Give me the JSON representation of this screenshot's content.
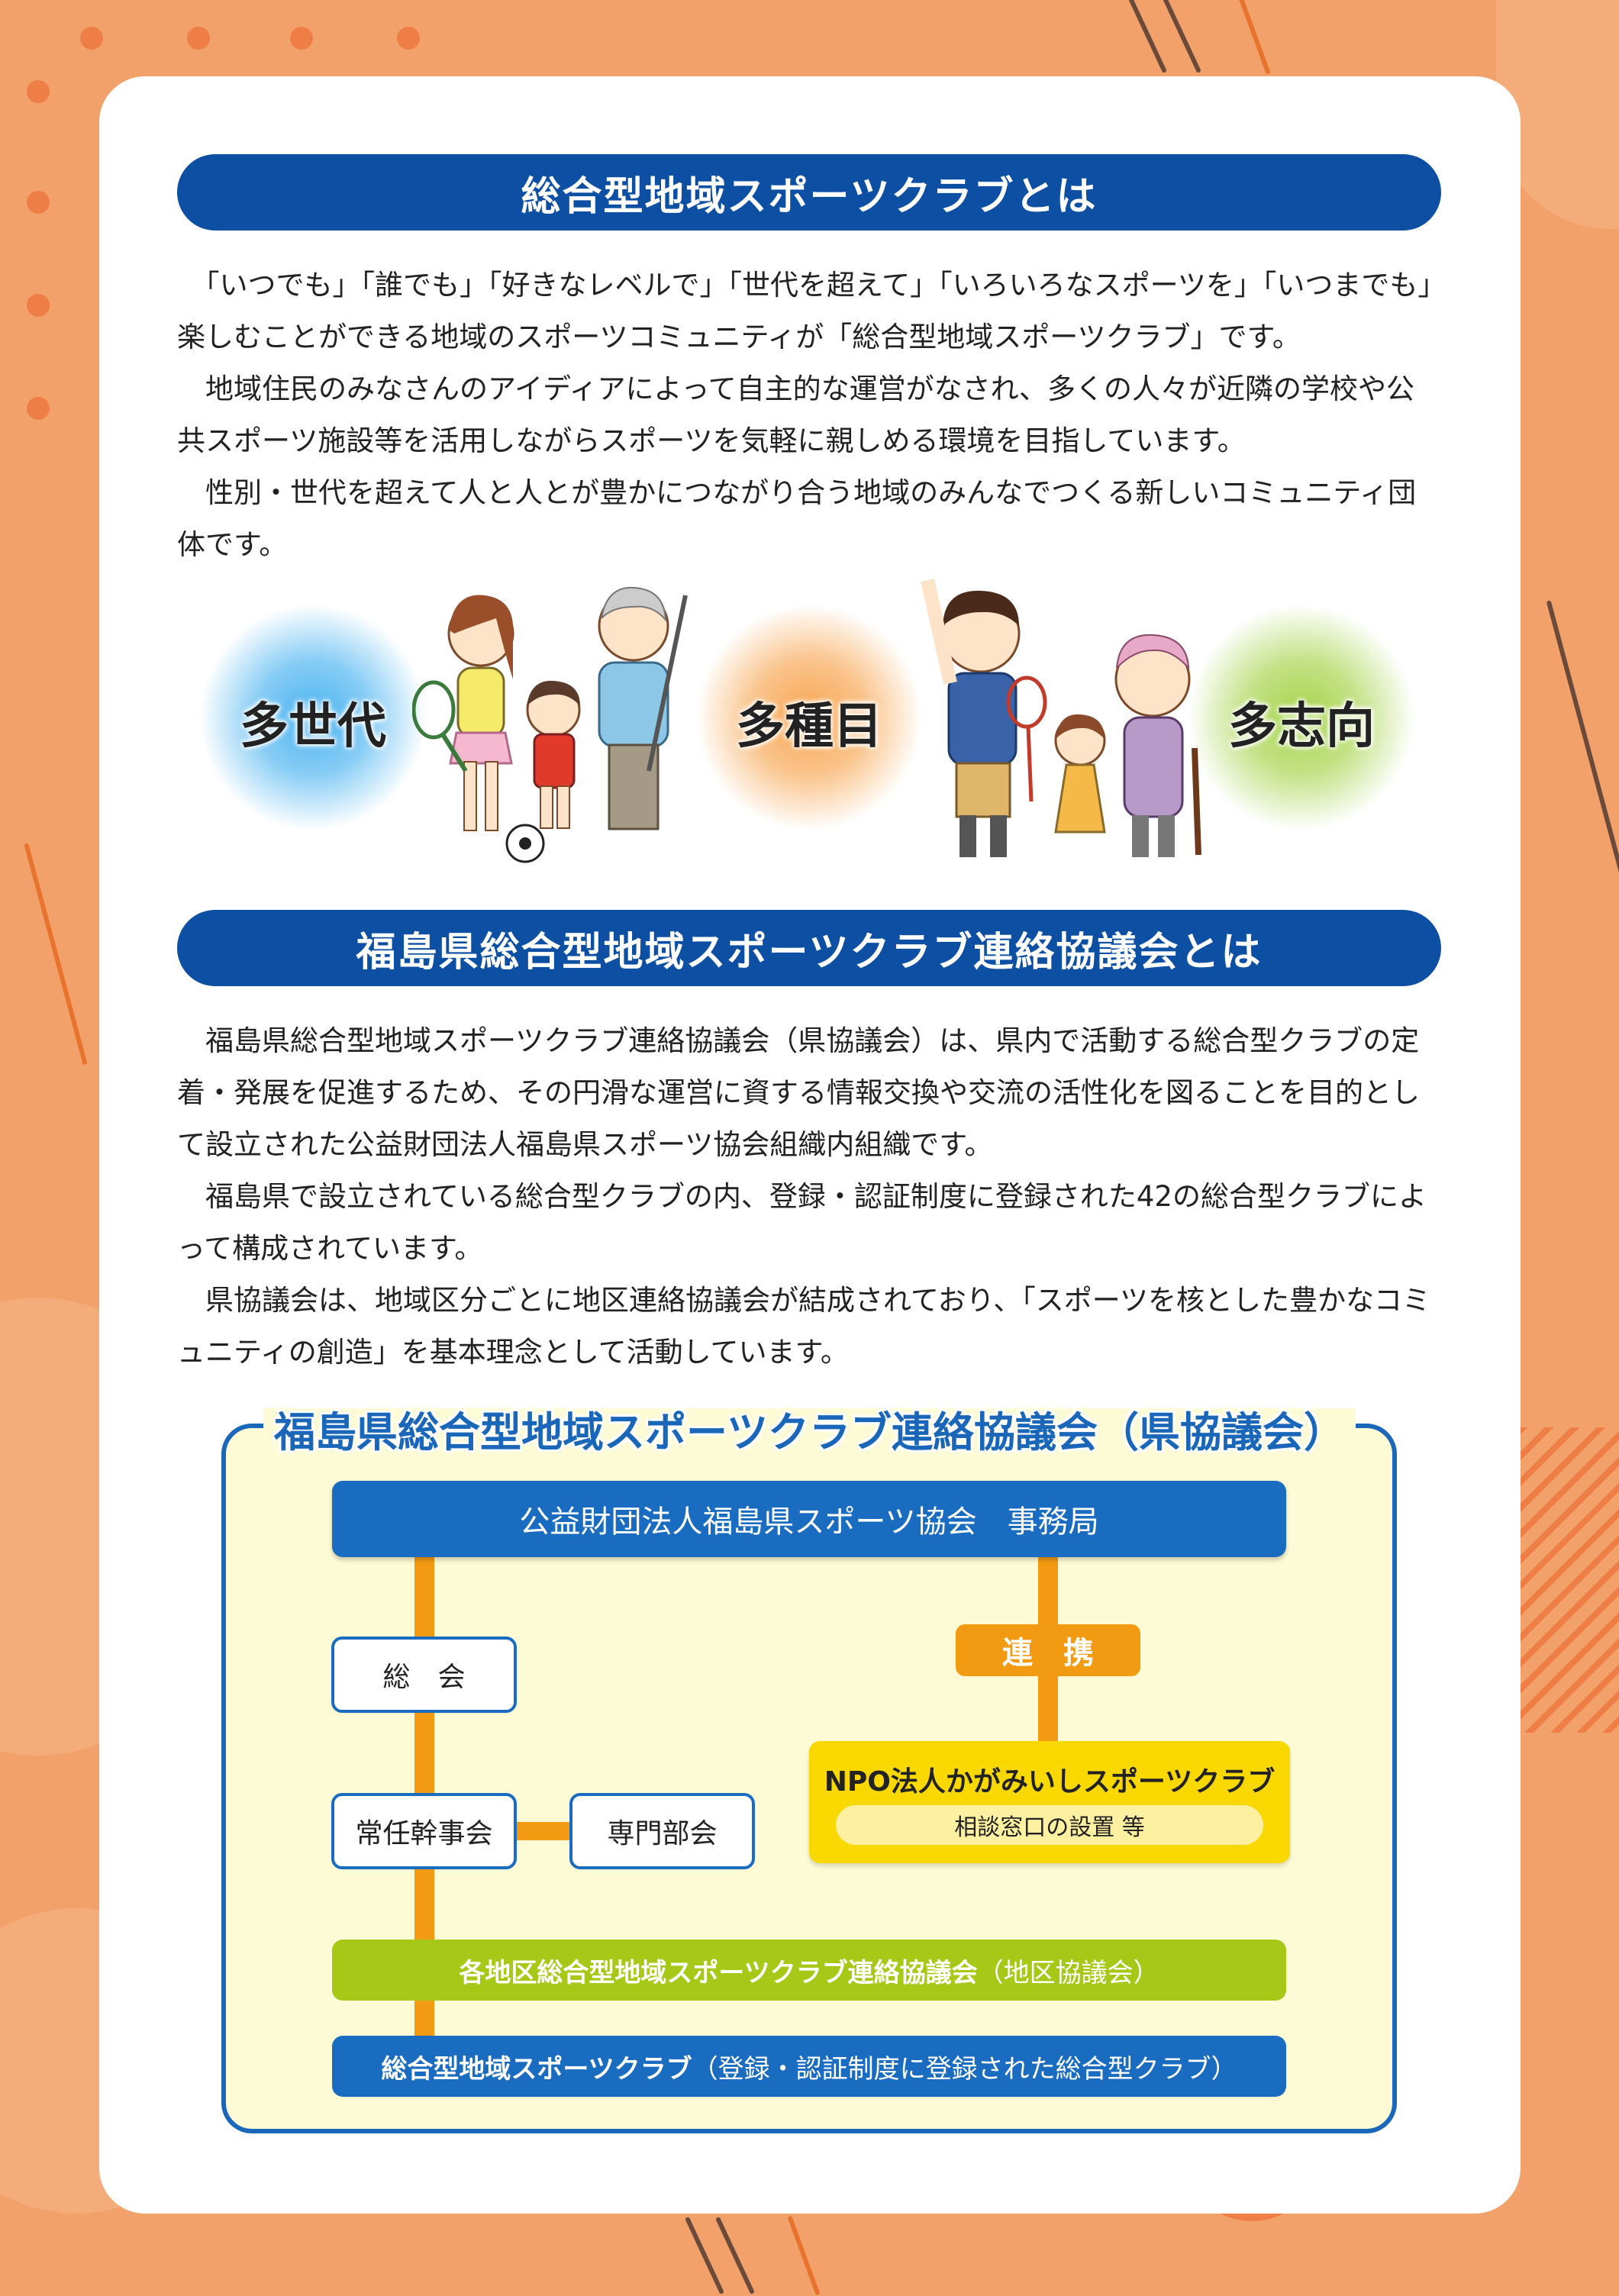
{
  "section1": {
    "heading": "総合型地域スポーツクラブとは",
    "paragraphs": [
      "　「いつでも」「誰でも」「好きなレベルで」「世代を超えて」「いろいろなスポーツを」「いつまでも」楽しむことができる地域のスポーツコミュニティが「総合型地域スポーツクラブ」です。",
      "　地域住民のみなさんのアイディアによって自主的な運営がなされ、多くの人々が近隣の学校や公共スポーツ施設等を活用しながらスポーツを気軽に親しめる環境を目指しています。",
      "　性別・世代を超えて人と人とが豊かにつながり合う地域のみんなでつくる新しいコミュニティ団体です。"
    ]
  },
  "features": [
    {
      "label": "多世代",
      "color": "#4ab3f0"
    },
    {
      "label": "多種目",
      "color": "#f7a550"
    },
    {
      "label": "多志向",
      "color": "#a6d34a"
    }
  ],
  "section2": {
    "heading": "福島県総合型地域スポーツクラブ連絡協議会とは",
    "paragraphs": [
      "　福島県総合型地域スポーツクラブ連絡協議会（県協議会）は、県内で活動する総合型クラブの定着・発展を促進するため、その円滑な運営に資する情報交換や交流の活性化を図ることを目的として設立された公益財団法人福島県スポーツ協会組織内組織です。",
      "　福島県で設立されている総合型クラブの内、登録・認証制度に登録された42の総合型クラブによって構成されています。",
      "　県協議会は、地域区分ごとに地区連絡協議会が結成されており、「スポーツを核とした豊かなコミュニティの創造」を基本理念として活動しています。"
    ]
  },
  "org_chart": {
    "title": "福島県総合型地域スポーツクラブ連絡協議会（県協議会）",
    "secretariat": "公益財団法人福島県スポーツ協会　事務局",
    "general_meeting": "総　会",
    "standing_committee": "常任幹事会",
    "subcommittee": "専門部会",
    "cooperation": "連　携",
    "npo_name": "NPO法人かがみいしスポーツクラブ",
    "npo_sub": "相談窓口の設置 等",
    "district_bold": "各地区総合型地域スポーツクラブ連絡協議会",
    "district_note": "（地区協議会）",
    "clubs_bold": "総合型地域スポーツクラブ",
    "clubs_note": "（登録・認証制度に登録された総合型クラブ）"
  }
}
